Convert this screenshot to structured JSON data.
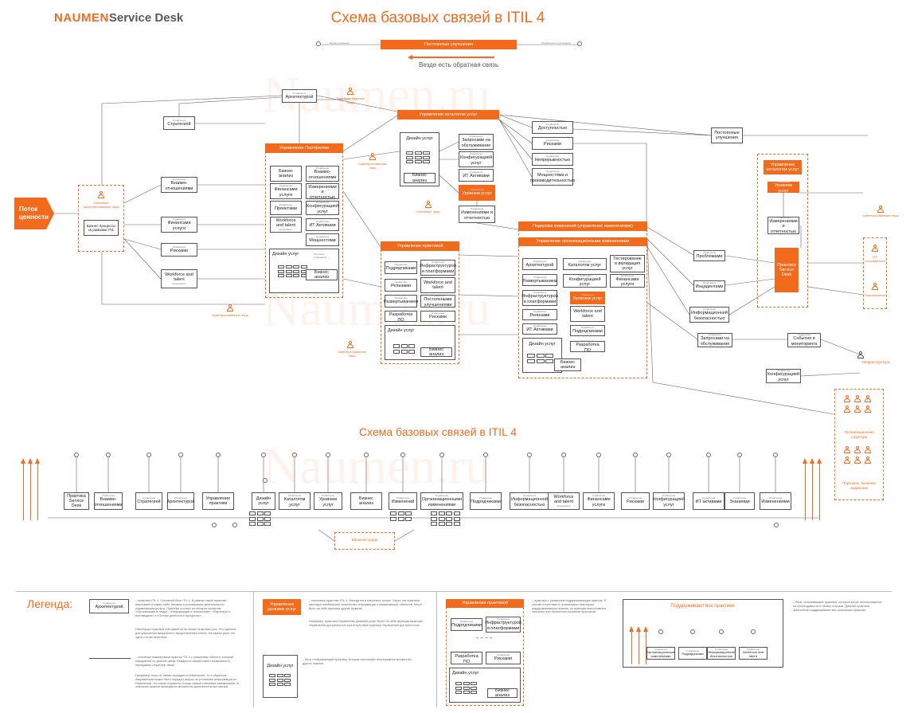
{
  "brand": {
    "logo_left": "NAUMEN",
    "logo_right": "Service Desk",
    "accent": "#f26b1d"
  },
  "watermark": "Naumen.ru",
  "title": "Схема базовых связей в ITIL 4",
  "bottom_title": "Схема базовых связей в ITIL 4",
  "top_bar": {
    "label": "Постоянные улучшения",
    "left_note": "Вклад улучшения",
    "right_note": "Потребность в улучшении"
  },
  "feedback": "Везде есть обратная связь",
  "value_stream": "Поток ценности",
  "cap": "Управление",
  "left_column": {
    "stakeholders": "Ключевые заинтересованные лица",
    "business_processes": "Бизнес процессы за рамками ITIL",
    "items": [
      "Стратегией",
      "Взаимо-отношениями",
      "Финансами услуги",
      "Рисками",
      "Workforce and talent"
    ],
    "management_label": "менеджмент"
  },
  "architecture": "Архитектурой",
  "portfolio": {
    "header": "Управление Портфелем",
    "items": [
      {
        "title": "Бизнес анализ",
        "cap": ""
      },
      {
        "title": "Взаимо-отношениями",
        "cap": "Управление"
      },
      {
        "title": "Финансами услуги",
        "cap": "Управление"
      },
      {
        "title": "Измерениями и отчетностью",
        "cap": "Управление"
      },
      {
        "title": "Проектами",
        "cap": "Управление"
      },
      {
        "title": "Конфигурацией услуг",
        "cap": "Управление"
      },
      {
        "title": "Workforce and talent",
        "cap": "менеджмент"
      },
      {
        "title": "ИТ Активами",
        "cap": "Управление"
      },
      {
        "title": "Мощностями",
        "cap": "Управление"
      }
    ],
    "design": "Дизайн услуг",
    "ba": "Бизнес анализ",
    "note": "Тестовые требования"
  },
  "catalog": {
    "header": "Управление каталогом услуг",
    "design": "Дизайн услуг",
    "ba": "Бизнес анализ",
    "list": [
      "Доступностью",
      "Запросами на обслуживание",
      "Рисками",
      "Конфигурацией услуг",
      "Непрерывностью",
      "ИТ Активами",
      "Мощностями и производительностью"
    ],
    "sla": "Уровнем услуг",
    "changes": "Изменениями и отчетностью"
  },
  "practice": {
    "header": "Управление практикой",
    "items": [
      "Подрядчиками",
      "Инфраструктурой и платформами",
      "Релизами",
      "Workforce and talent",
      "Развертыванием",
      "Постоянными улучшениями",
      "Разработка ПО",
      "Рисками"
    ],
    "design": "Дизайн услуг",
    "ba": "Бизнес анализ"
  },
  "change_mgmt": {
    "header1": "Подержка изменений (управление изменениями)",
    "header2": "Управление организационными изменениями",
    "items": [
      "Архитектурой",
      "Каталогом услуг",
      "Тестирование и валидация услуг",
      "Развертыванием",
      "Конфигурацией услуг",
      "Финансами услуги",
      "Инфраструктурой и платформами",
      "Уровнем услуг",
      "Релизами",
      "Workforce and talent",
      "ИТ Активами",
      "Подрядчиками",
      "Дизайн услуг",
      "Разработка ПО",
      "Бизнес анализ"
    ]
  },
  "right_side": {
    "improvements": "Постоянные улучшения",
    "catalog_title": "Управление каталогом услуг",
    "sla": "Уровнем услуг",
    "measurement": "Измерениями и отчетностью",
    "service_desk": "Практика Service Desk",
    "problems": "Проблемами",
    "incidents": "Инцидентами",
    "infosec": "Информационной безопасностью",
    "requests": "Запросами на обслуживание",
    "events": "События и мониторинга",
    "config": "Конфигурацией услуг",
    "stakeholders": "Заинтересованные лица",
    "vip": "VIP пользователи",
    "users": "Пользователи",
    "infrastructure": "Инфраструктура",
    "org_structure": "Организационная структура",
    "partners": "Партнеры, внешнее окружение"
  },
  "stakeholder_labels": {
    "a": "Заинтересованные лица",
    "b": "Заинтересованные лица",
    "c": "Заинтересованные лица",
    "d": "Заинтересованные лица",
    "e": "Ключевые лица"
  },
  "bottom_row": [
    {
      "title": "Практика Service Desk",
      "cap": ""
    },
    {
      "title": "Взаимо-отношениями",
      "cap": "Управление"
    },
    {
      "title": "Стратегией",
      "cap": "Управление"
    },
    {
      "title": "Архитектурой",
      "cap": "Управление"
    },
    {
      "title": "Управление практики",
      "cap": ""
    },
    {
      "title": "Дизайн услуг",
      "cap": ""
    },
    {
      "title": "Каталогом услуг",
      "cap": "Управление"
    },
    {
      "title": "Уровнем услуг",
      "cap": "Управление"
    },
    {
      "title": "Бизнес анализ",
      "cap": ""
    },
    {
      "title": "Изменений",
      "cap": "Управление"
    },
    {
      "title": "Организационными изменениями",
      "cap": "Управление"
    },
    {
      "title": "Подрядчиками",
      "cap": "Управление"
    },
    {
      "title": "Информационной безопасностью",
      "cap": "Управление"
    },
    {
      "title": "Workforce and talent",
      "cap": "менеджмент"
    },
    {
      "title": "Финансами услуги",
      "cap": "Управление"
    },
    {
      "title": "Рисками",
      "cap": "Управление"
    },
    {
      "title": "Конфигурацией услуг",
      "cap": "Управление"
    },
    {
      "title": "ИТ активами",
      "cap": "Управление"
    },
    {
      "title": "Знаниями",
      "cap": "Управление"
    },
    {
      "title": "Изменениями",
      "cap": "Управление"
    }
  ],
  "external": "Внешняя среда",
  "legend": {
    "title": "Легенда:",
    "box_sample": "Архитектурой",
    "box_text": "– практики ITIL 4. Основной блок ITIL 4. В рамках такой практики описывается какая-либо типовая и устоявшаяся деятельность/управляющая услуга. Практика состоит из четырех аспектов: «Организации и люди», «Информация и технологии», «Партнеры и поставщики» и «Потоки ценности и процессы».",
    "box_text2": "Некоторые практики повторяются на схеме несколько раз. Это сделано для улучшения визуального представления схемы. На самом деле это одна и та же практика.",
    "line_text": "– основные взаимосвязи практик ITIL 4 с указанием объекта, который передается по данной связи. Каждая из связей имеет возможность передавать обратную связь.",
    "line_text2": "Например, если по линии передается Изменение, то в обратном направлении может быть передан запрос на уточнение информации по Изменению. Но схеме отражены только самые ключевые взаимосвязи. В описании практик приводится множество дополнительных связей.",
    "orange_sample": "Управление уровнем услуг",
    "orange_text": "– ключевые практики ITIL 4. Находятся в ключевых точках. Через эти практики проходит наибольшее количество информации и управляющих объектов. Могут быть на себе функции других практик.",
    "orange_text2": "Например, практика Управления уровнем услуг берет на себе функции практики Управления доступностью при отсутствии практики Управление доступностью.",
    "design_sample": "Дизайн услуг",
    "design_text": "– блок отображающий практику, которая использует непрерывное множество других практик.",
    "group_header": "Управление практикой",
    "group_items": [
      "Подрядчиками",
      "Инфраструктурой и платформами",
      "Разработка ПО",
      "Рисками"
    ],
    "group_design": "Дизайн услуг",
    "group_ba": "Бизнес анализ",
    "group_text": "– практики с указанием поддерживающих практик. В случае отсутствия в организации некоторых поддерживающих практик, их функции выполняются частично или полностью основной практикой.",
    "support_title": "Поддерживают все практики:",
    "support_items": [
      "Организационными изменениями",
      "Подрядчиками",
      "Информационной безопасностью",
      "Workforce and talent"
    ],
    "support_text": "– блок, описывающий практики, которые могут использоваться по необходимости в любых случаях. Данные практики фактически поддерживают все остальные практики"
  }
}
